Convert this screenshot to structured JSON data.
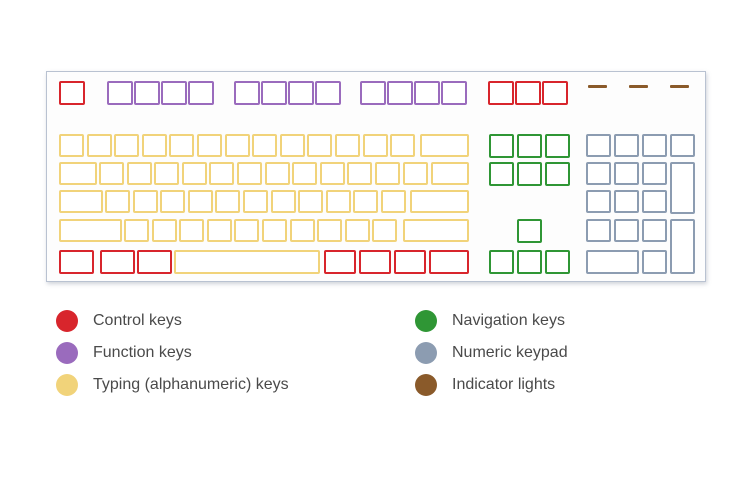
{
  "colors": {
    "control": "#d8252c",
    "function": "#9a6bbd",
    "typing": "#f1d37a",
    "navigation": "#2f9635",
    "numeric": "#8c9cb1",
    "indicator": "#8a5a2a"
  },
  "legend": {
    "control_label": "Control keys",
    "function_label": "Function keys",
    "typing_label": "Typing (alphanumeric) keys",
    "navigation_label": "Navigation keys",
    "numeric_label": "Numeric keypad",
    "indicator_label": "Indicator lights"
  }
}
